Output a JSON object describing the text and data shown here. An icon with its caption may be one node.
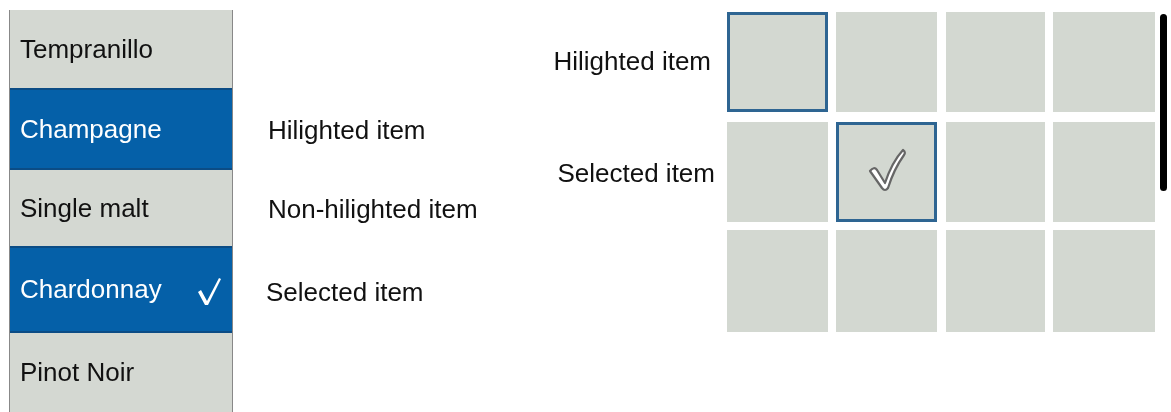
{
  "diagram": {
    "nodes": [
      {
        "text": [
          "Tempranillo"
        ]
      },
      {
        "text": [
          "Champagne"
        ]
      },
      {
        "text": [
          "Single malt"
        ]
      },
      {
        "text": [
          "Chardonnay"
        ]
      },
      {
        "text": [
          "Pinot Noir"
        ]
      },
      {
        "text": [],
        "shape": "box"
      },
      {
        "text": [],
        "shape": "box"
      },
      {
        "text": [],
        "shape": "box"
      },
      {
        "text": [],
        "shape": "box"
      },
      {
        "text": [],
        "shape": "box"
      },
      {
        "text": [],
        "shape": "box"
      },
      {
        "text": [],
        "shape": "box"
      },
      {
        "text": [],
        "shape": "box"
      },
      {
        "text": [],
        "shape": "box"
      },
      {
        "text": [],
        "shape": "box"
      },
      {
        "text": [],
        "shape": "box"
      },
      {
        "text": [],
        "shape": "box"
      }
    ],
    "labels": [
      "Hilighted item",
      "Selected item",
      "Hilighted item",
      "Non-hilighted item",
      "Selected item"
    ]
  }
}
